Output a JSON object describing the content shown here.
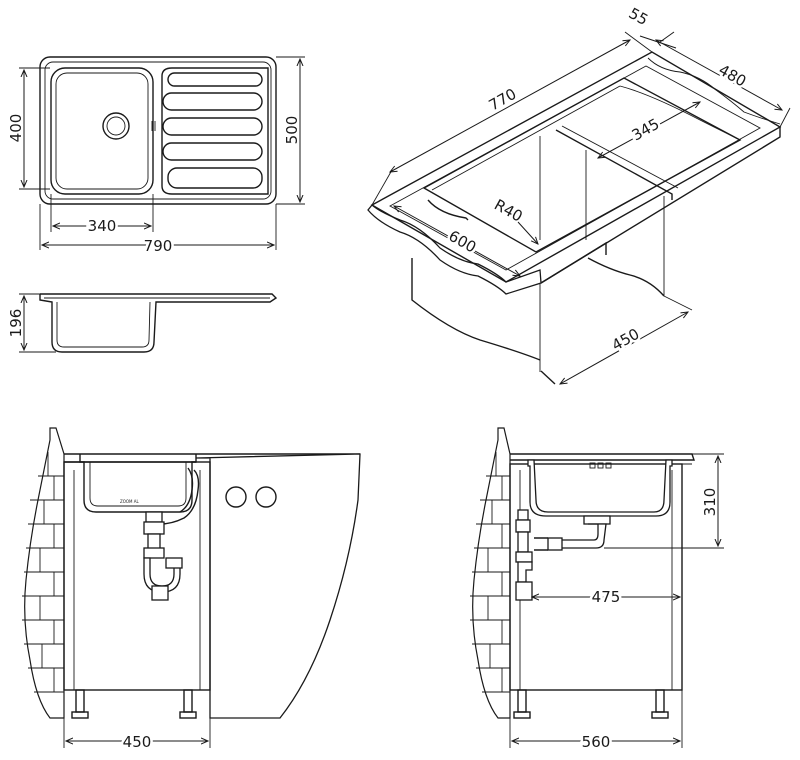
{
  "top_view": {
    "height_label": "400",
    "depth_label": "500",
    "bowl_width_label": "340",
    "overall_width_label": "790"
  },
  "side_view": {
    "bowl_depth_label": "196"
  },
  "iso_view": {
    "rim_label": "55",
    "depth_label": "480",
    "length_label": "770",
    "bowl_label": "345",
    "radius_label": "R40",
    "front_label": "600",
    "cabinet_label": "450"
  },
  "front_install": {
    "cabinet_width_label": "450",
    "model_label": "ZOOM AL"
  },
  "side_install": {
    "height_label": "310",
    "drain_offset_label": "475",
    "depth_label": "560"
  },
  "colors": {
    "line": "#1a1a1a",
    "background": "#ffffff"
  }
}
